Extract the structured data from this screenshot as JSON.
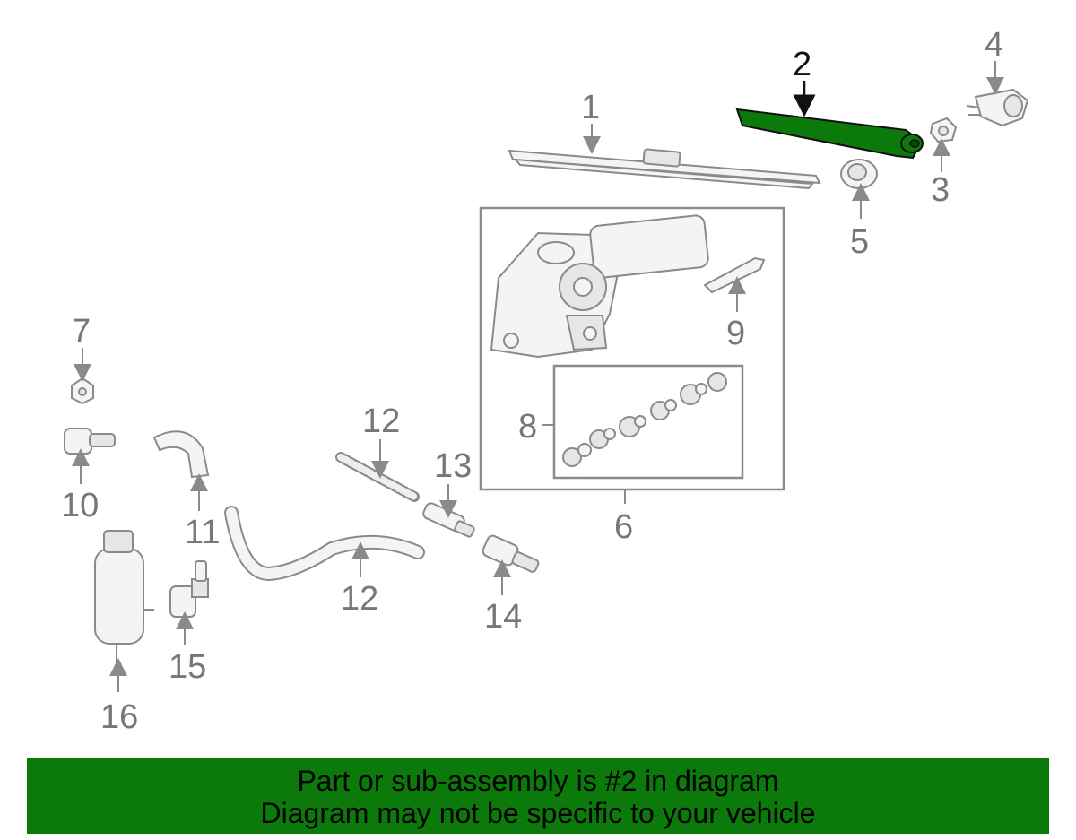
{
  "callouts": {
    "c1": "1",
    "c2": "2",
    "c3": "3",
    "c4": "4",
    "c5": "5",
    "c6": "6",
    "c7": "7",
    "c8": "8",
    "c9": "9",
    "c10": "10",
    "c11": "11",
    "c12a": "12",
    "c12b": "12",
    "c13": "13",
    "c14": "14",
    "c15": "15",
    "c16": "16"
  },
  "highlight": {
    "part": "2",
    "color": "#0b7a0b"
  },
  "banner": {
    "line1": "Part or sub-assembly is #2 in diagram",
    "line2": "Diagram may not be specific to your vehicle"
  }
}
